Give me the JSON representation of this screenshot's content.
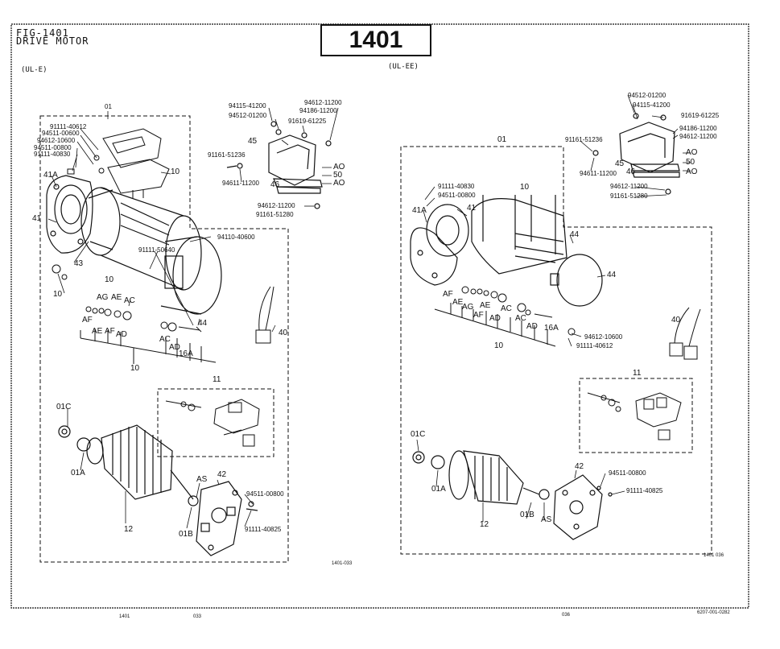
{
  "header": {
    "figure_number": "FIG-1401",
    "figure_title": "DRIVE MOTOR",
    "page_badge": "1401",
    "variant_left": "(UL-E)",
    "variant_right": "(UL-EE)"
  },
  "left_panel": {
    "drawing_code": "1401-033",
    "labels": {
      "p01": "01",
      "p91111_40612": "91111-40612",
      "p94511_00600": "94511-00600",
      "p94612_10600": "94612-10600",
      "p94511_00800": "94511-00800",
      "p91111_40830": "91111-40830",
      "p41A": "41A",
      "p41": "41",
      "p43": "43",
      "p10_top": "10",
      "p10_left": "10",
      "p10_mid": "10",
      "p10_bottom": "10",
      "p94110_40600": "94110-40600",
      "p91111_50640": "91111-50640",
      "pAG": "AG",
      "pAE1": "AE",
      "pAC1": "AC",
      "pAF1": "AF",
      "pAE2": "AE",
      "pAF2": "AF",
      "pAD1": "AD",
      "pAC2": "AC",
      "pAD2": "AD",
      "p16A": "16A",
      "p44": "44",
      "p40": "40",
      "p11": "11",
      "p01C": "01C",
      "p01A": "01A",
      "p12": "12",
      "p01B": "01B",
      "pAS": "AS",
      "p42": "42",
      "p94511_00800b": "94511-00800",
      "p91111_40825": "91111-40825"
    }
  },
  "center_bracket": {
    "labels": {
      "p94115_41200": "94115-41200",
      "p94512_01200": "94512-01200",
      "p94612_11200a": "94612-11200",
      "p94186_11200": "94186-11200",
      "p91619_61225": "91619-61225",
      "p45": "45",
      "p91161_51236": "91161-51236",
      "p94611_11200": "94611-11200",
      "p46": "46",
      "pAO1": "AO",
      "p50": "50",
      "pAO2": "AO",
      "p94612_11200b": "94612-11200",
      "p91161_51280": "91161-51280"
    }
  },
  "right_panel": {
    "drawing_code": "1401 036",
    "labels": {
      "p94512_01200": "94512-01200",
      "p94115_41200": "94115-41200",
      "p91619_61225": "91619-61225",
      "p94186_11200": "94186-11200",
      "p94612_11200a": "94612-11200",
      "p91161_51236": "91161-51236",
      "p94611_11200": "94611-11200",
      "p45": "45",
      "p46": "46",
      "pAO1": "AO",
      "p50": "50",
      "pAO2": "AO",
      "p94612_11200b": "94612-11200",
      "p91161_51280": "91161-51280",
      "p01": "01",
      "p91111_40830": "91111-40830",
      "p94511_00800": "94511-00800",
      "p41A": "41A",
      "p41": "41",
      "p10_top": "10",
      "p44a": "44",
      "p44b": "44",
      "pAF1": "AF",
      "pAE1": "AE",
      "pAG": "AG",
      "pAE2": "AE",
      "pAF2": "AF",
      "pAC1": "AC",
      "pAD1": "AD",
      "pAC2": "AC",
      "pAD2": "AD",
      "p16A": "16A",
      "p94612_10600": "94612-10600",
      "p91111_40612": "91111-40612",
      "p10_bottom": "10",
      "p40": "40",
      "p11": "11",
      "p01C": "01C",
      "p01A": "01A",
      "p12": "12",
      "p01B": "01B",
      "pAS": "AS",
      "p42": "42",
      "p94511_00800b": "94511-00800",
      "p91111_40825": "91111-40825"
    }
  },
  "footer": {
    "page_left": "1401",
    "code_left": "033",
    "code_mid": "036",
    "catalog_code": "6207-001-0282"
  }
}
